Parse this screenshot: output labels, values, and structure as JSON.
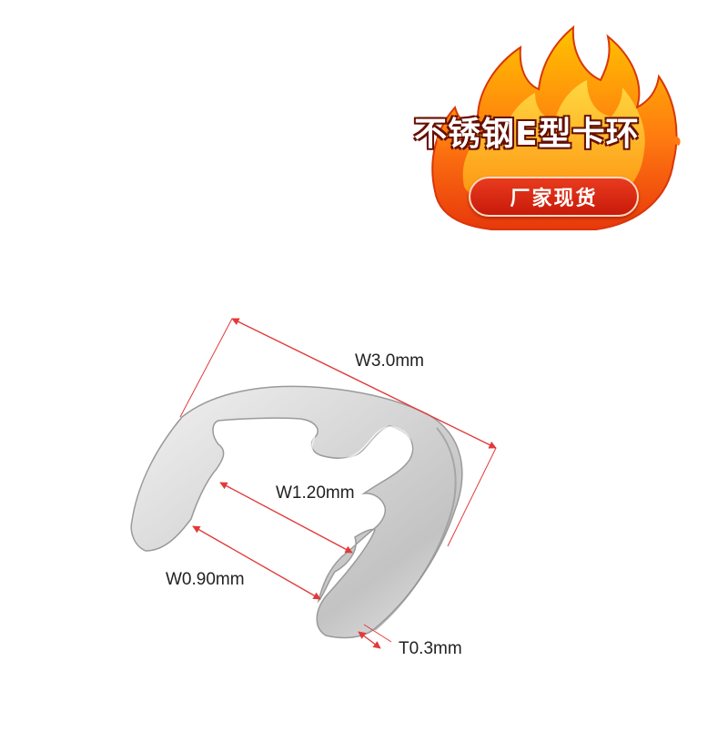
{
  "badge": {
    "title": "不锈钢E型卡环",
    "subtitle": "厂家现货"
  },
  "dimensions": {
    "outer_width": "W3.0mm",
    "inner_width": "W1.20mm",
    "gap_width": "W0.90mm",
    "thickness": "T0.3mm"
  },
  "colors": {
    "flame_outer": "#f04a12",
    "flame_inner": "#ffb000",
    "pill": "#d82312",
    "dimension_line": "#e23a3a",
    "metal": "#d9d9d9"
  }
}
